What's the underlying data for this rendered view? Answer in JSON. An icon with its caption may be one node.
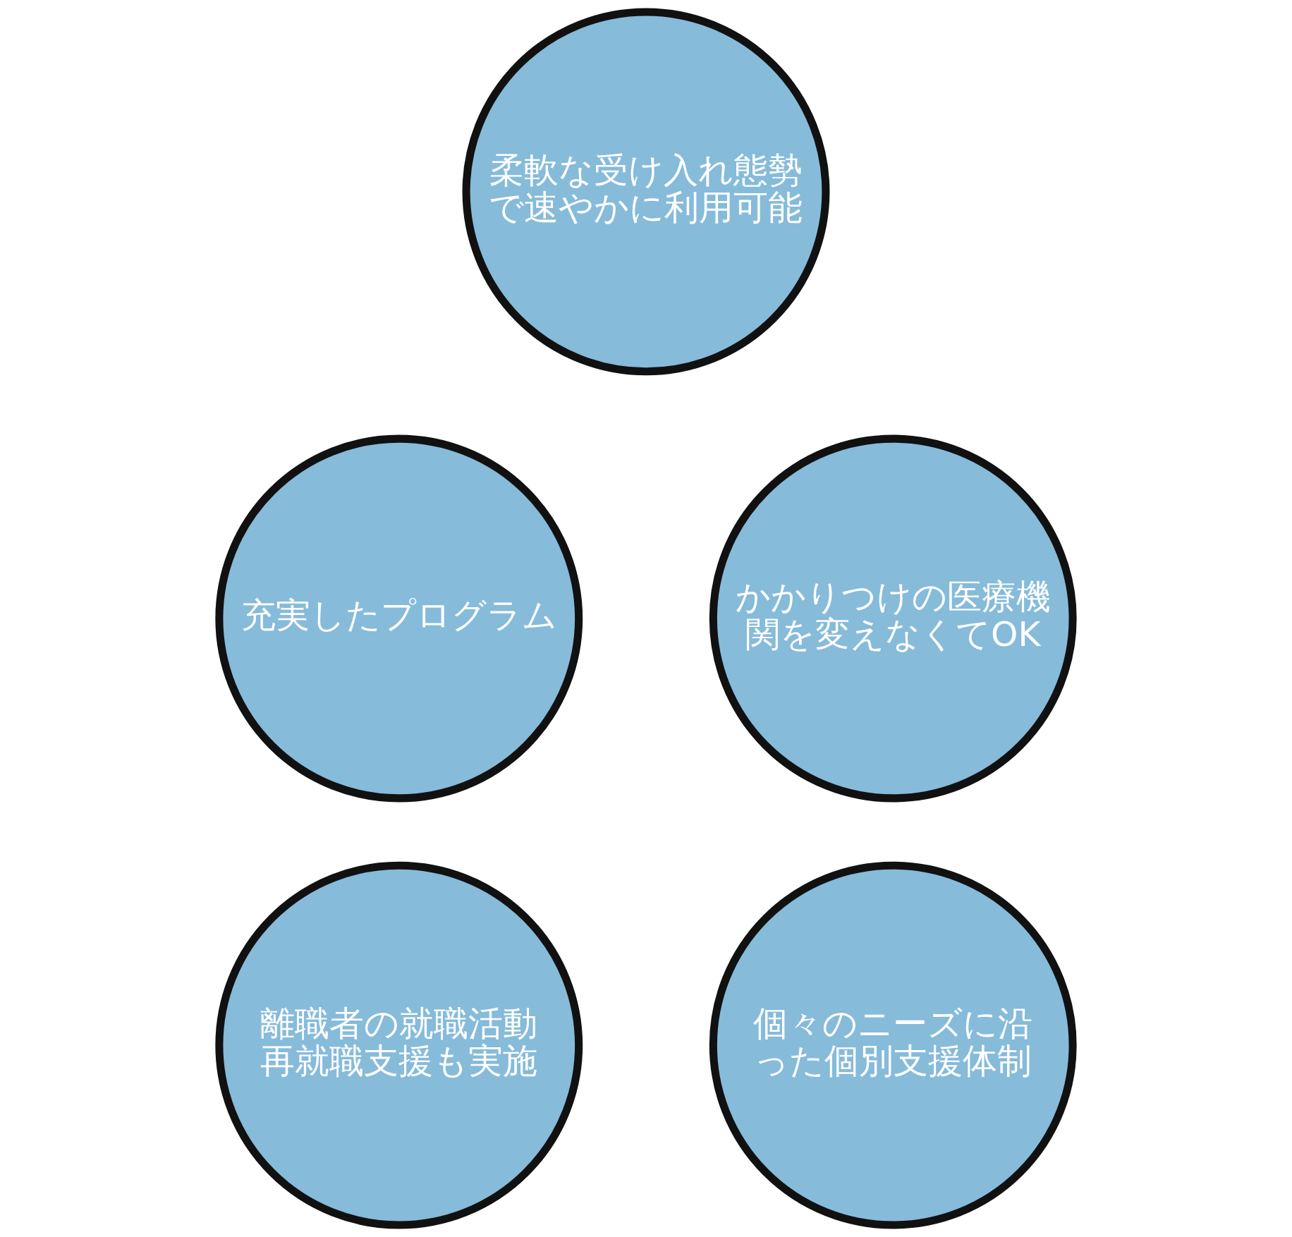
{
  "diagram": {
    "nodes": [
      {
        "text": [
          "柔軟な受け入れ態勢で速やかに利用可能"
        ]
      },
      {
        "text": [
          "充実したプログラム"
        ]
      },
      {
        "text": [
          "かかりつけの医療機関を変えなくてOK"
        ]
      },
      {
        "text": [
          "離職者の就職活動再就職支援も実施"
        ]
      },
      {
        "text": [
          "個々のニーズに沿った個別支援体制"
        ]
      }
    ]
  }
}
